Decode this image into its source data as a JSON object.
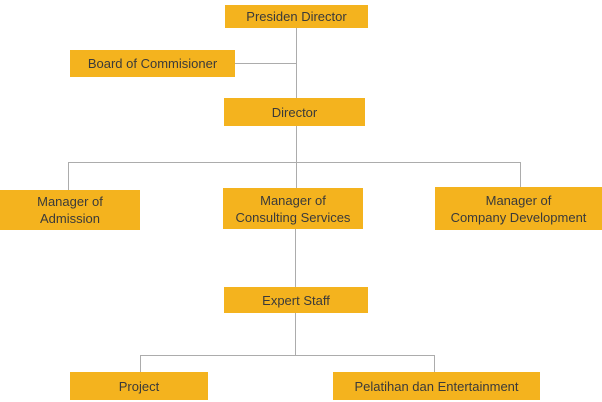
{
  "diagram": {
    "type": "org-chart",
    "background_color": "#FFFFFF",
    "colors": {
      "node_fill": "#F4B31E",
      "node_text": "#3A3A3A",
      "connector": "#ACACAC"
    },
    "nodes": {
      "presiden_director": {
        "label": "Presiden Director"
      },
      "board_of_commisioner": {
        "label": "Board of Commisioner"
      },
      "director": {
        "label": "Director"
      },
      "manager_admission": {
        "label": "Manager of\nAdmission"
      },
      "manager_consulting": {
        "label": "Manager of\nConsulting Services"
      },
      "manager_company": {
        "label": "Manager of\nCompany Development"
      },
      "expert_staff": {
        "label": "Expert Staff"
      },
      "project": {
        "label": "Project"
      },
      "pelatihan": {
        "label": "Pelatihan dan Entertainment"
      }
    },
    "edges": [
      {
        "from": "presiden_director",
        "to": "board_of_commisioner"
      },
      {
        "from": "presiden_director",
        "to": "director"
      },
      {
        "from": "director",
        "to": "manager_admission"
      },
      {
        "from": "director",
        "to": "manager_consulting"
      },
      {
        "from": "director",
        "to": "manager_company"
      },
      {
        "from": "manager_consulting",
        "to": "expert_staff"
      },
      {
        "from": "expert_staff",
        "to": "project"
      },
      {
        "from": "expert_staff",
        "to": "pelatihan"
      }
    ]
  }
}
